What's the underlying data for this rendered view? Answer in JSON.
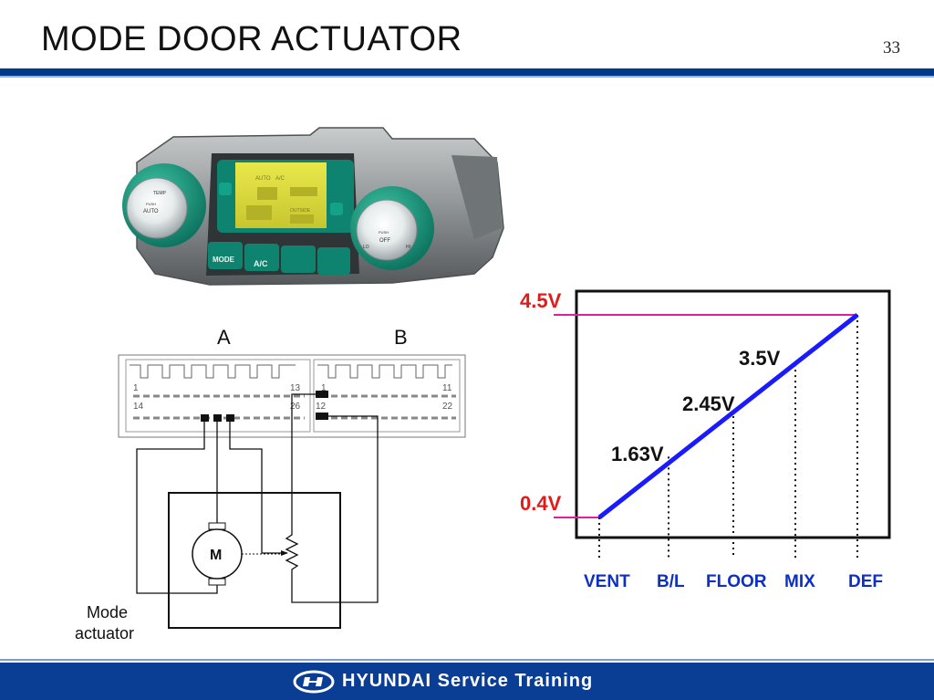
{
  "slide": {
    "title": "MODE DOOR ACTUATOR",
    "page_number": "33",
    "footer_brand": "HYUNDAI Service Training"
  },
  "panel": {
    "knob_left_top": "TEMP",
    "knob_left_push": "PUSH",
    "knob_left_bottom": "AUTO",
    "knob_right_push": "PUSH",
    "knob_right_bottom": "OFF",
    "knob_right_lo": "LO",
    "knob_right_hi": "HI",
    "display_auto": "AUTO",
    "display_ac": "A/C",
    "display_outside": "OUTSIDE",
    "btn_mode": "MODE",
    "btn_ac": "A/C"
  },
  "connector": {
    "label_a": "A",
    "label_b": "B",
    "pin_a_1": "1",
    "pin_a_13": "13",
    "pin_a_14": "14",
    "pin_a_26": "26",
    "pin_b_1": "1",
    "pin_b_11": "11",
    "pin_b_12": "12",
    "pin_b_22": "22"
  },
  "actuator": {
    "motor_label": "M",
    "caption_line1": "Mode",
    "caption_line2": "actuator"
  },
  "voltage_chart": {
    "v_high": "4.5V",
    "v_low": "0.4V",
    "points": [
      {
        "label": "1.63V",
        "value": 1.63
      },
      {
        "label": "2.45V",
        "value": 2.45
      },
      {
        "label": "3.5V",
        "value": 3.5
      }
    ],
    "modes": [
      "VENT",
      "B/L",
      "FLOOR",
      "MIX",
      "DEF"
    ],
    "colors": {
      "line": "#1a1aff",
      "reference": "#e0209a",
      "label": "#0d2fc4",
      "voltage_red": "#e01b1b"
    }
  }
}
